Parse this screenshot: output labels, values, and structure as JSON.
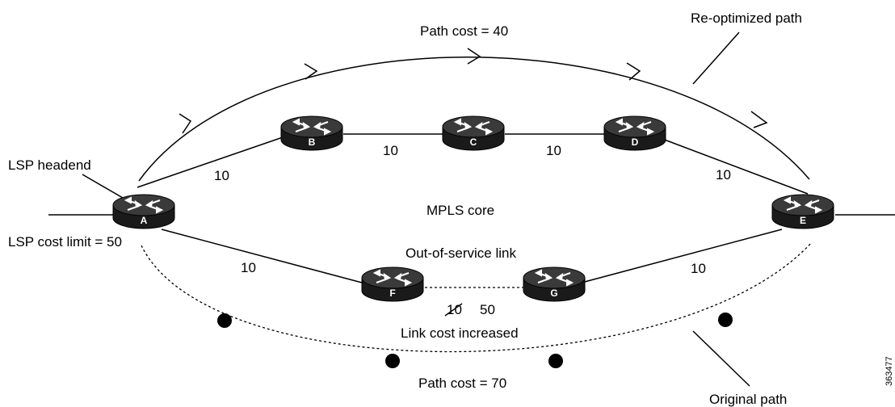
{
  "labels": {
    "path_cost_top": "Path cost = 40",
    "reoptimized_path": "Re-optimized path",
    "lsp_headend": "LSP headend",
    "lsp_cost_limit": "LSP cost limit = 50",
    "mpls_core": "MPLS core",
    "out_of_service": "Out-of-service link",
    "link_cost_old": "10",
    "link_cost_new": "50",
    "link_cost_increased": "Link cost increased",
    "path_cost_bottom": "Path cost = 70",
    "original_path": "Original path",
    "figure_id": "363477"
  },
  "routers": [
    {
      "id": "A",
      "label": "A"
    },
    {
      "id": "B",
      "label": "B"
    },
    {
      "id": "C",
      "label": "C"
    },
    {
      "id": "D",
      "label": "D"
    },
    {
      "id": "E",
      "label": "E"
    },
    {
      "id": "F",
      "label": "F"
    },
    {
      "id": "G",
      "label": "G"
    }
  ],
  "links": [
    {
      "from": "A",
      "to": "B",
      "cost": "10"
    },
    {
      "from": "B",
      "to": "C",
      "cost": "10"
    },
    {
      "from": "C",
      "to": "D",
      "cost": "10"
    },
    {
      "from": "D",
      "to": "E",
      "cost": "10"
    },
    {
      "from": "A",
      "to": "F",
      "cost": "10"
    },
    {
      "from": "G",
      "to": "E",
      "cost": "10"
    }
  ]
}
